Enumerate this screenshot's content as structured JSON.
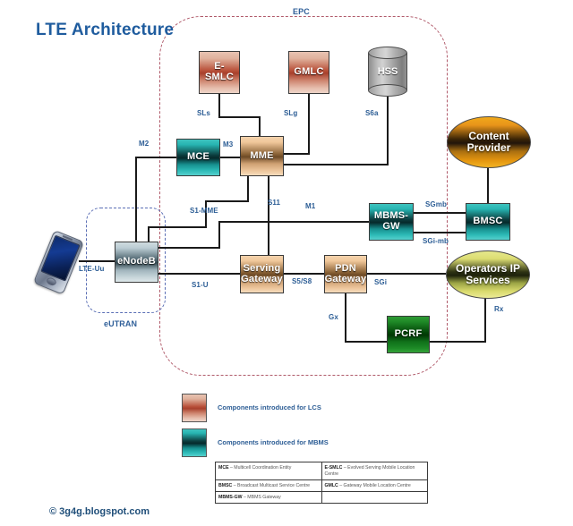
{
  "title": "LTE Architecture",
  "footer": "© 3g4g.blogspot.com",
  "regions": {
    "epc": "EPC",
    "eutran": "eUTRAN"
  },
  "nodes": {
    "esmlc": "E-SMLC",
    "gmlc": "GMLC",
    "hss": "HSS",
    "mce": "MCE",
    "mme": "MME",
    "enodeb": "eNodeB",
    "serving_gateway_line1": "Serving",
    "serving_gateway_line2": "Gateway",
    "pdn_gateway_line1": "PDN",
    "pdn_gateway_line2": "Gateway",
    "mbms_gw_line1": "MBMS-",
    "mbms_gw_line2": "GW",
    "bmsc": "BMSC",
    "pcrf": "PCRF",
    "content_provider_line1": "Content",
    "content_provider_line2": "Provider",
    "operators_ip_line1": "Operators IP",
    "operators_ip_line2": "Services"
  },
  "interfaces": {
    "sls": "SLs",
    "slg": "SLg",
    "s6a": "S6a",
    "m2": "M2",
    "m3": "M3",
    "s1mme": "S1-MME",
    "s11": "S11",
    "m1": "M1",
    "s1u": "S1-U",
    "s5s8": "S5/S8",
    "sgi": "SGi",
    "sgmb": "SGmb",
    "sgimb": "SGi-mb",
    "gx": "Gx",
    "rx": "Rx",
    "lteuu": "LTE-Uu"
  },
  "legend": {
    "lcs_text": "Components introduced for LCS",
    "mbms_text": "Components introduced for MBMS"
  },
  "glossary": [
    {
      "left_abbr": "MCE",
      "left_desc": " – Multicell Coordination Entity",
      "right_abbr": "E-SMLC",
      "right_desc": " – Evolved Serving Mobile Location Centre"
    },
    {
      "left_abbr": "BMSC",
      "left_desc": " – Broadcast Multicast Service Centre",
      "right_abbr": "GMLC",
      "right_desc": " – Gateway Mobile Location Centre"
    },
    {
      "left_abbr": "MBMS-GW",
      "left_desc": " – MBMS Gateway",
      "right_abbr": "",
      "right_desc": ""
    }
  ],
  "colors": {
    "title": "#1f5c9e",
    "label": "#2c5d95",
    "epc_boundary": "#b05a6a",
    "eutran_boundary": "#5b6fb5",
    "lcs_swatch": "#b9513a",
    "mbms_swatch": "#0c3c3d",
    "wire": "#1a1a1a"
  }
}
